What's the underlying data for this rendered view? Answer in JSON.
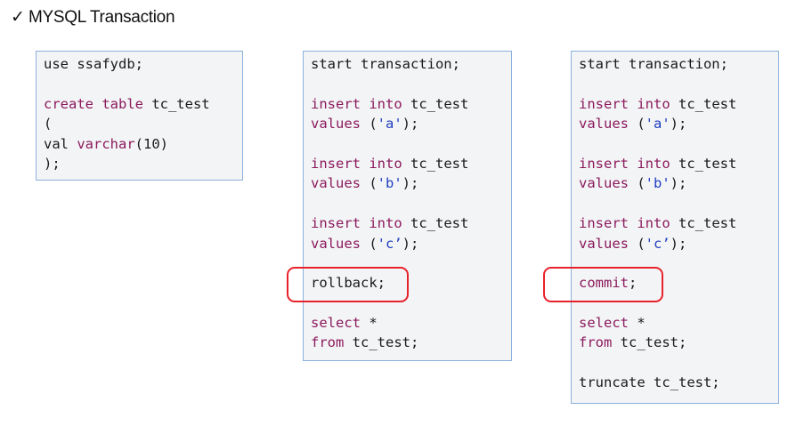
{
  "heading": {
    "check": "✓",
    "title": "MYSQL Transaction"
  },
  "blocks": [
    {
      "lines": [
        [
          {
            "t": "use ssafydb;",
            "c": ""
          }
        ],
        [],
        [
          {
            "t": "create table",
            "c": "kw"
          },
          {
            "t": " tc_test",
            "c": ""
          }
        ],
        [
          {
            "t": "(",
            "c": ""
          }
        ],
        [
          {
            "t": "val ",
            "c": ""
          },
          {
            "t": "varchar",
            "c": "kw"
          },
          {
            "t": "(10)",
            "c": ""
          }
        ],
        [
          {
            "t": ");",
            "c": ""
          }
        ]
      ]
    },
    {
      "lines": [
        [
          {
            "t": "start transaction;",
            "c": ""
          }
        ],
        [],
        [
          {
            "t": "insert into",
            "c": "kw"
          },
          {
            "t": " tc_test",
            "c": ""
          }
        ],
        [
          {
            "t": "values",
            "c": "kw"
          },
          {
            "t": " (",
            "c": ""
          },
          {
            "t": "'a'",
            "c": "str"
          },
          {
            "t": ");",
            "c": ""
          }
        ],
        [],
        [
          {
            "t": "insert into",
            "c": "kw"
          },
          {
            "t": " tc_test",
            "c": ""
          }
        ],
        [
          {
            "t": "values",
            "c": "kw"
          },
          {
            "t": " (",
            "c": ""
          },
          {
            "t": "'b'",
            "c": "str"
          },
          {
            "t": ");",
            "c": ""
          }
        ],
        [],
        [
          {
            "t": "insert into",
            "c": "kw"
          },
          {
            "t": " tc_test",
            "c": ""
          }
        ],
        [
          {
            "t": "values",
            "c": "kw"
          },
          {
            "t": " (",
            "c": ""
          },
          {
            "t": "'c’",
            "c": "str"
          },
          {
            "t": ");",
            "c": ""
          }
        ],
        [],
        [
          {
            "t": "rollback;",
            "c": ""
          }
        ],
        [],
        [
          {
            "t": "select",
            "c": "kw"
          },
          {
            "t": " *",
            "c": ""
          }
        ],
        [
          {
            "t": "from",
            "c": "kw"
          },
          {
            "t": " tc_test;",
            "c": ""
          }
        ]
      ]
    },
    {
      "lines": [
        [
          {
            "t": "start transaction;",
            "c": ""
          }
        ],
        [],
        [
          {
            "t": "insert into",
            "c": "kw"
          },
          {
            "t": " tc_test",
            "c": ""
          }
        ],
        [
          {
            "t": "values",
            "c": "kw"
          },
          {
            "t": " (",
            "c": ""
          },
          {
            "t": "'a'",
            "c": "str"
          },
          {
            "t": ");",
            "c": ""
          }
        ],
        [],
        [
          {
            "t": "insert into",
            "c": "kw"
          },
          {
            "t": " tc_test",
            "c": ""
          }
        ],
        [
          {
            "t": "values",
            "c": "kw"
          },
          {
            "t": " (",
            "c": ""
          },
          {
            "t": "'b'",
            "c": "str"
          },
          {
            "t": ");",
            "c": ""
          }
        ],
        [],
        [
          {
            "t": "insert into",
            "c": "kw"
          },
          {
            "t": " tc_test",
            "c": ""
          }
        ],
        [
          {
            "t": "values",
            "c": "kw"
          },
          {
            "t": " (",
            "c": ""
          },
          {
            "t": "'c’",
            "c": "str"
          },
          {
            "t": ");",
            "c": ""
          }
        ],
        [],
        [
          {
            "t": "commit",
            "c": "kw"
          },
          {
            "t": ";",
            "c": ""
          }
        ],
        [],
        [
          {
            "t": "select",
            "c": "kw"
          },
          {
            "t": " *",
            "c": ""
          }
        ],
        [
          {
            "t": "from",
            "c": "kw"
          },
          {
            "t": " tc_test;",
            "c": ""
          }
        ],
        [],
        [
          {
            "t": "truncate tc_test;",
            "c": ""
          }
        ]
      ]
    }
  ],
  "colors": {
    "keyword": "#8b1a5c",
    "string": "#1f3fbf",
    "box_border": "#8ab0dc",
    "box_fill": "#f3f4f6",
    "highlight": "#e8222a"
  }
}
